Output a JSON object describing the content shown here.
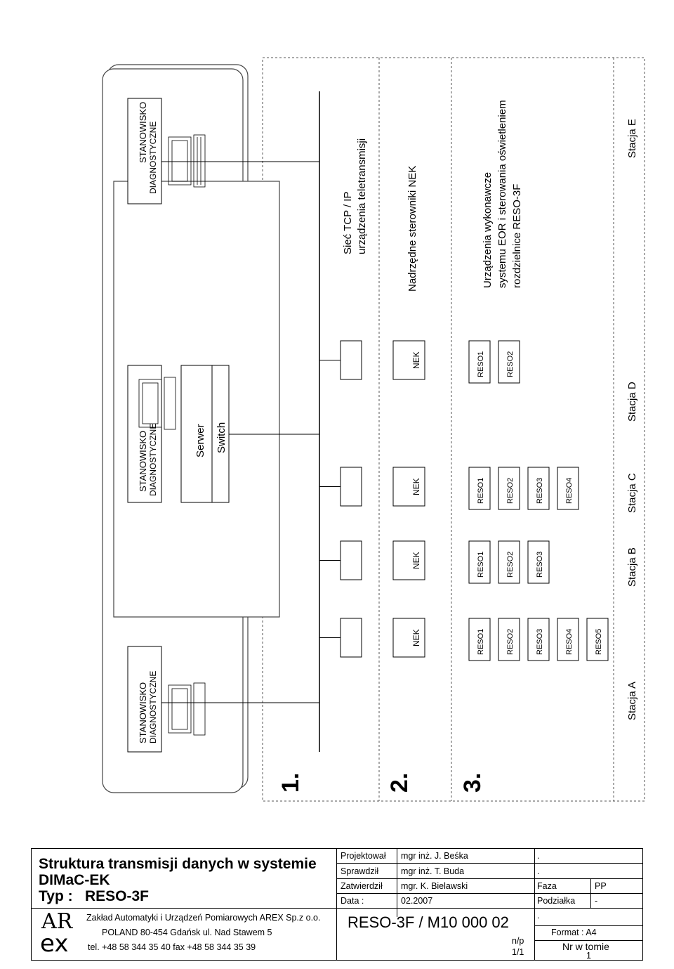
{
  "levels": {
    "l1": "1.",
    "l2": "2.",
    "l3": "3."
  },
  "right_labels": {
    "net_line1": "Sieć TCP / IP",
    "net_line2": "urządzenia teletransmisji",
    "nek_label": "Nadrzędne sterowniki NEK",
    "dev_line1": "Urządzenia wykonawcze",
    "dev_line2": "systemu EOR i sterowania oświetleniem",
    "dev_line3": "rozdzielnice RESO-3F"
  },
  "workstations": {
    "label1": "STANOWISKO",
    "label2": "DIAGNOSTYCZNE",
    "server": "Serwer",
    "switch": "Switch"
  },
  "stations": [
    {
      "name": "Stacja A",
      "nek": "NEK",
      "reso": [
        "RESO1",
        "RESO2",
        "RESO3",
        "RESO4",
        "RESO5"
      ]
    },
    {
      "name": "Stacja B",
      "nek": "NEK",
      "reso": [
        "RESO1",
        "RESO2",
        "RESO3"
      ]
    },
    {
      "name": "Stacja C",
      "nek": "NEK",
      "reso": [
        "RESO1",
        "RESO2",
        "RESO3",
        "RESO4"
      ]
    },
    {
      "name": "Stacja D",
      "nek": "NEK",
      "reso": [
        "RESO1",
        "RESO2"
      ]
    },
    {
      "name": "Stacja E"
    }
  ],
  "title_block": {
    "title_line1": "Struktura transmisji danych w systemie",
    "title_line2": "DIMaC-EK",
    "type_label": "Typ :",
    "type_value": "RESO-3F",
    "logo_top": "AR",
    "logo_bottom": "ex",
    "company_line1": "Zakład Automatyki i Urządzeń Pomiarowych AREX Sp.z o.o.",
    "company_line2": "POLAND 80-454 Gdańsk ul. Nad Stawem 5",
    "company_line3": "tel. +48 58 344 35 40   fax +48 58 344 35 39",
    "designed_label": "Projektował",
    "designed_by": "mgr inż. J. Beśka",
    "checked_label": "Sprawdził",
    "checked_by": "mgr inż. T. Buda",
    "approved_label": "Zatwierdził",
    "approved_by": "mgr. K. Bielawski",
    "date_label": "Data :",
    "date_value": "02.2007",
    "dot1": ".",
    "dot2": ".",
    "dot3": ".",
    "phase_label": "Faza",
    "phase_value": "PP",
    "scale_label": "Podziałka",
    "scale_value": "-",
    "doc_number": "RESO-3F / M10 000 02",
    "format": "Format : A4",
    "np_label": "n/p",
    "np_value": "1/1",
    "volume_label": "Nr w tomie",
    "volume_value": "1"
  }
}
